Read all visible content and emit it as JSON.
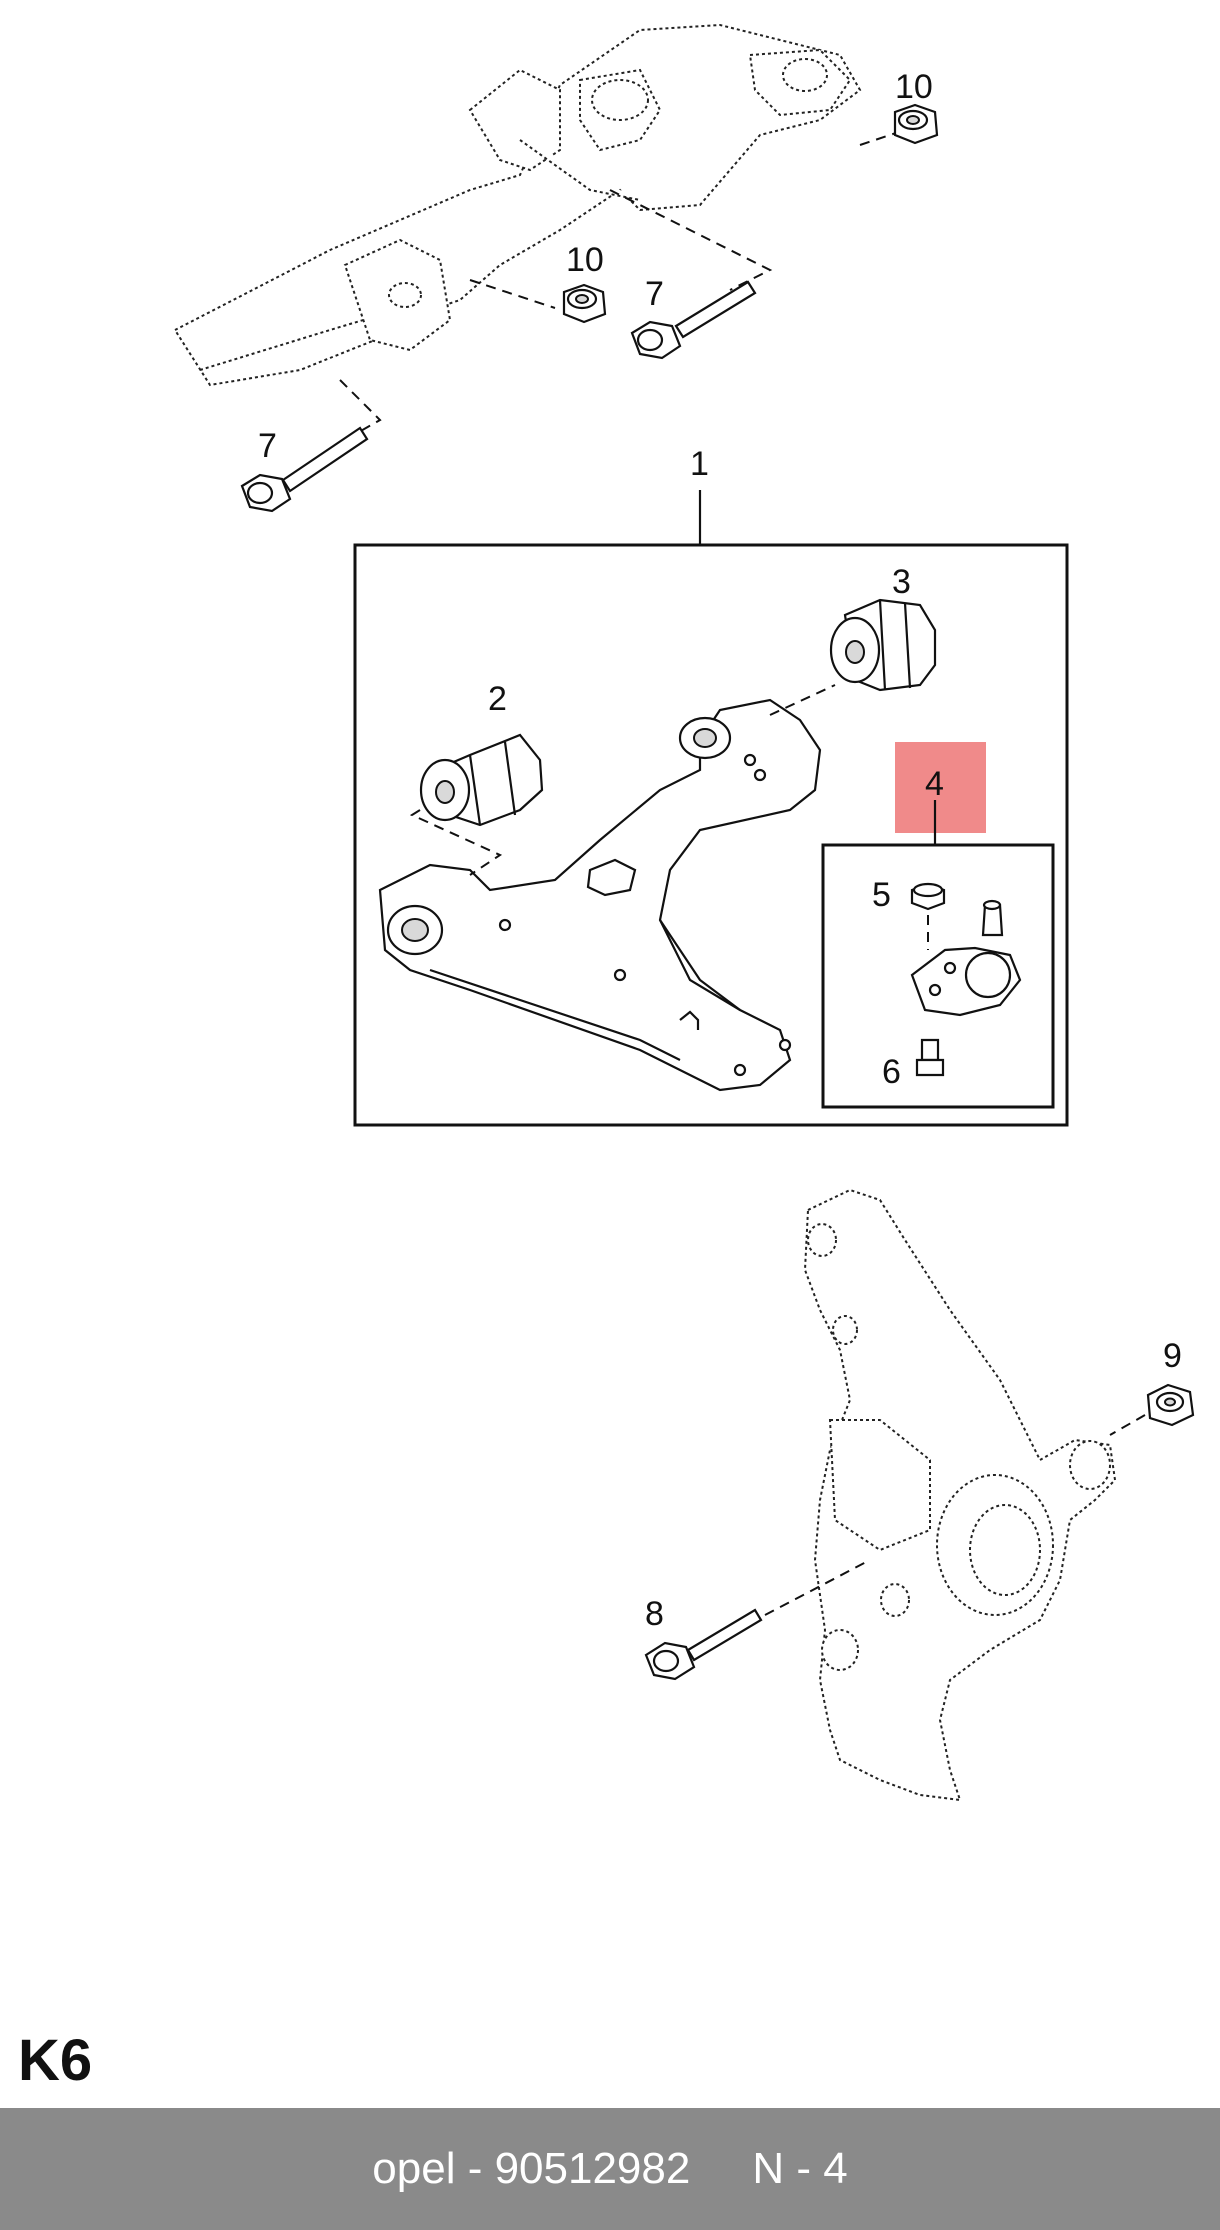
{
  "diagram": {
    "callouts": [
      {
        "id": "c1",
        "text": "1"
      },
      {
        "id": "c2",
        "text": "2"
      },
      {
        "id": "c3",
        "text": "3"
      },
      {
        "id": "c4",
        "text": "4"
      },
      {
        "id": "c5",
        "text": "5"
      },
      {
        "id": "c6",
        "text": "6"
      },
      {
        "id": "c7a",
        "text": "7"
      },
      {
        "id": "c7b",
        "text": "7"
      },
      {
        "id": "c8",
        "text": "8"
      },
      {
        "id": "c9",
        "text": "9"
      },
      {
        "id": "c10a",
        "text": "10"
      },
      {
        "id": "c10b",
        "text": "10"
      }
    ],
    "highlight_color": "#f08a8a"
  },
  "page_code": "K6",
  "footer": {
    "brand_part": "opel - 90512982",
    "position": "N - 4",
    "background": "#8a8a8a"
  }
}
